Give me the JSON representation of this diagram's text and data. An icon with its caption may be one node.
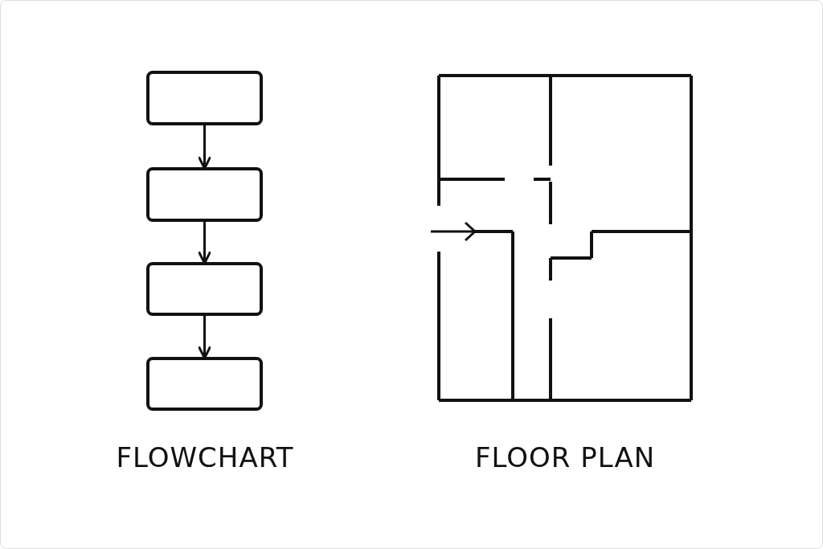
{
  "diagram": {
    "nodes": [
      {
        "text": [],
        "shape": "box"
      },
      {
        "text": [],
        "shape": "box"
      },
      {
        "text": [],
        "shape": "box"
      },
      {
        "text": [],
        "shape": "box"
      }
    ],
    "edges": [
      {
        "from": 0,
        "to": 1,
        "arrow": "to"
      },
      {
        "from": 1,
        "to": 2,
        "arrow": "to"
      },
      {
        "from": 2,
        "to": 3,
        "arrow": "to"
      }
    ],
    "labels": [
      "FLOWCHART",
      "FLOOR PLAN"
    ]
  }
}
